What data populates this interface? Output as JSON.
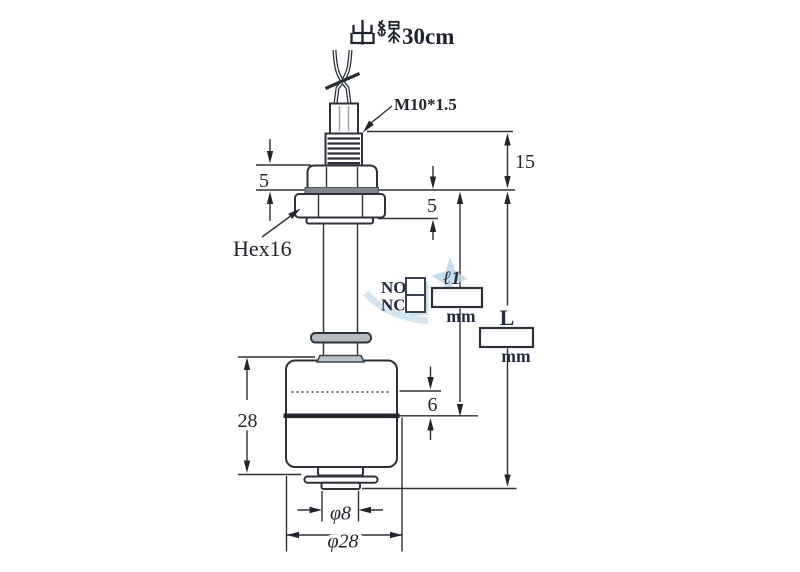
{
  "diagram": {
    "title": "出線30cm",
    "title_suffix": "30cm",
    "thread_label": "M10*1.5",
    "hex_label": "Hex16",
    "dims": {
      "top_offset": "15",
      "upper_nut": "5",
      "lower_nut": "5",
      "float_height": "28",
      "switch_level": "6",
      "stem_dia": "φ8",
      "float_dia": "φ28"
    },
    "fields": {
      "no_label": "NO",
      "nc_label": "NC",
      "l1_label": "ℓ1",
      "l1_unit": "mm",
      "l1_value": "",
      "l_label": "L",
      "l_unit": "mm",
      "l_value": ""
    },
    "colors": {
      "line": "#2e3138",
      "text": "#23252d",
      "label_text": "#262c3e",
      "gasket": "#81868e",
      "ring_fill": "#b6bcc0",
      "cap_fill": "#b9c3c9",
      "watermark": "#bed7e7"
    }
  }
}
